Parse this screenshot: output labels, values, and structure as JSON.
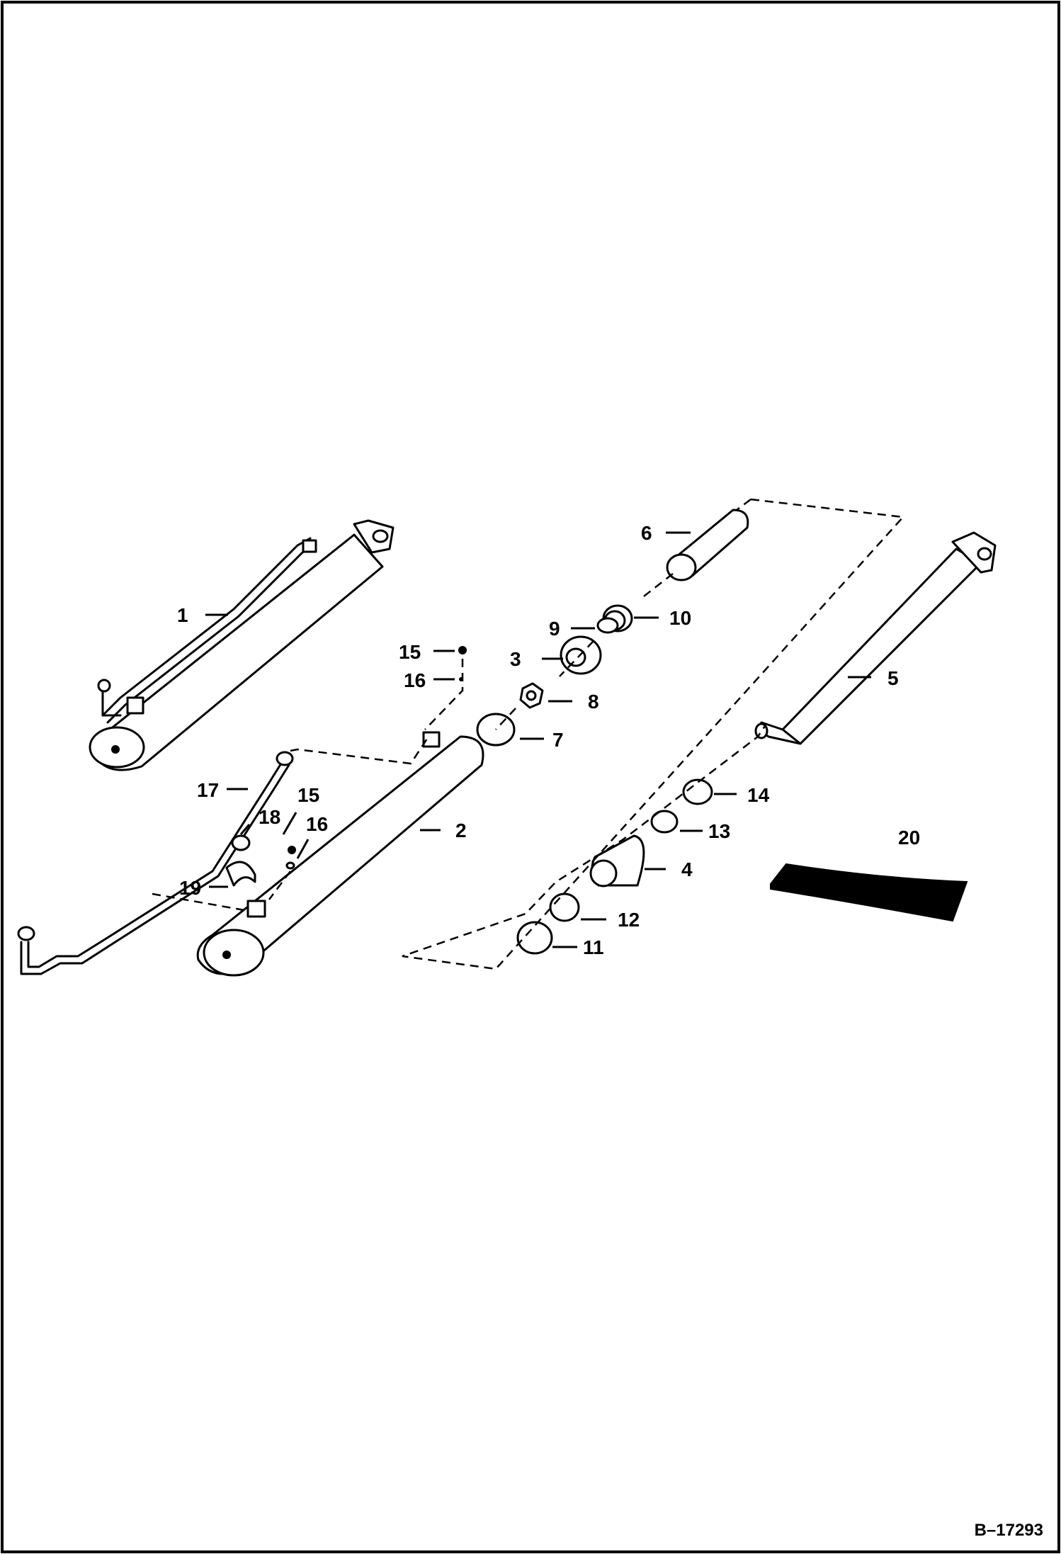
{
  "diagram": {
    "drawing_code": "B–17293",
    "callouts": {
      "c1": "1",
      "c2": "2",
      "c3": "3",
      "c4": "4",
      "c5": "5",
      "c6": "6",
      "c7": "7",
      "c8": "8",
      "c9": "9",
      "c10": "10",
      "c11": "11",
      "c12": "12",
      "c13": "13",
      "c14": "14",
      "c15a": "15",
      "c15b": "15",
      "c16a": "16",
      "c16b": "16",
      "c17": "17",
      "c18": "18",
      "c19": "19",
      "c20": "20"
    }
  }
}
